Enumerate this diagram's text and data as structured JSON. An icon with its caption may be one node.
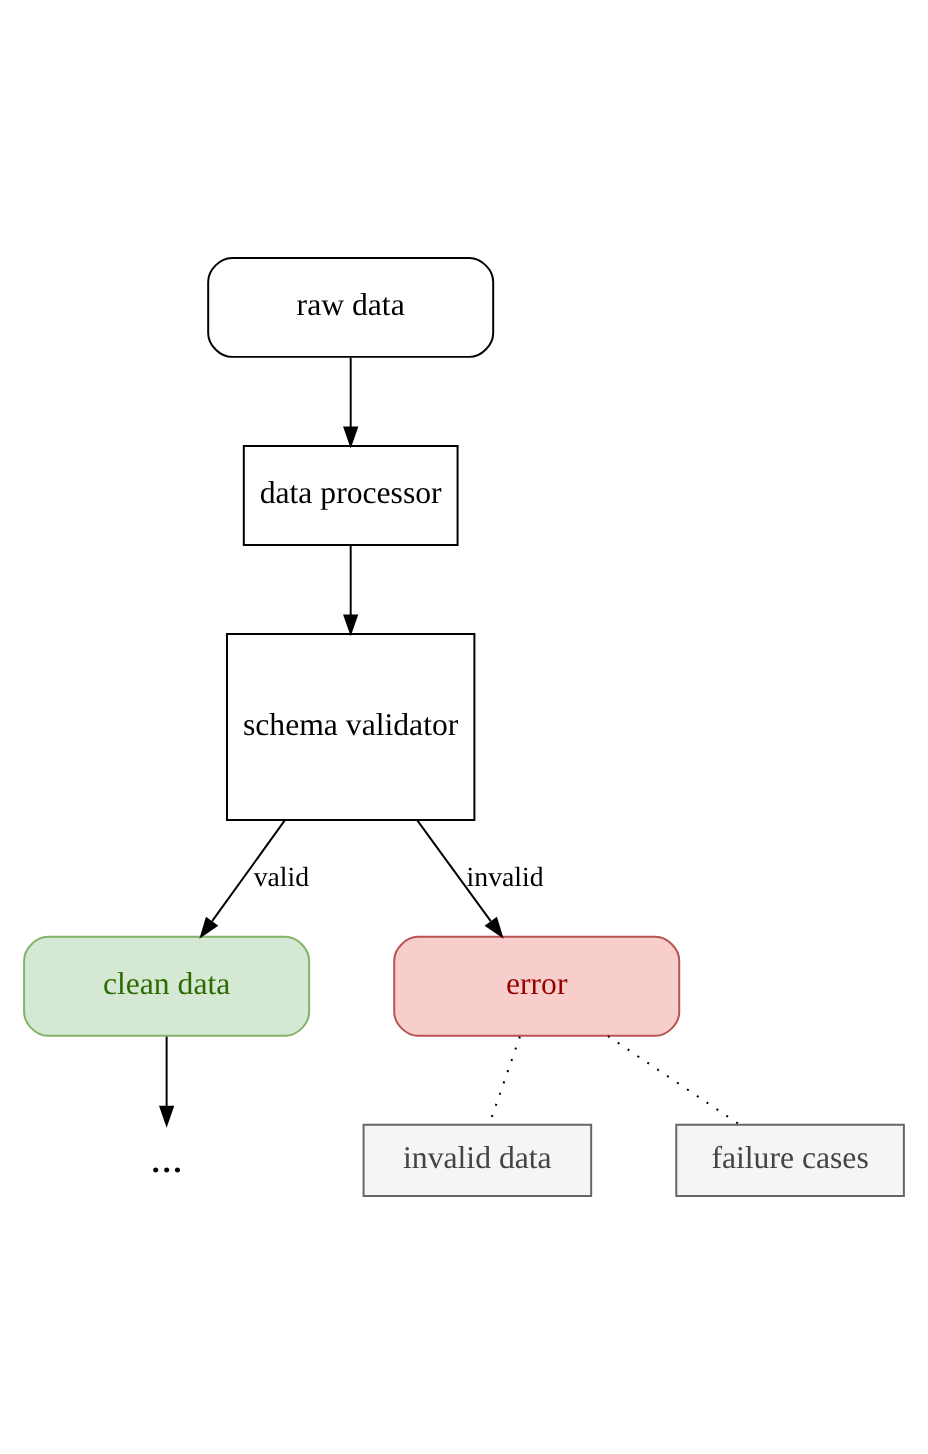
{
  "diagram": {
    "nodes": [
      {
        "text": [
          "raw data"
        ]
      },
      {
        "text": [
          "data processor"
        ]
      },
      {
        "text": [
          "schema validator"
        ]
      },
      {
        "text": [
          "clean data"
        ]
      },
      {
        "text": [
          "error"
        ]
      },
      {
        "text": [
          "..."
        ]
      },
      {
        "text": [
          "invalid data"
        ]
      },
      {
        "text": [
          "failure cases"
        ]
      }
    ],
    "edges": [
      {
        "from": 0,
        "to": 1,
        "arrow": "to"
      },
      {
        "from": 1,
        "to": 2,
        "arrow": "to"
      },
      {
        "from": 2,
        "to": 3,
        "arrow": "to",
        "label": "valid"
      },
      {
        "from": 2,
        "to": 4,
        "arrow": "to",
        "label": "invalid"
      },
      {
        "from": 3,
        "to": 5,
        "arrow": "to"
      },
      {
        "from": 4,
        "to": 6,
        "arrow": "none",
        "style": "dashed"
      },
      {
        "from": 4,
        "to": 7,
        "arrow": "none",
        "style": "dashed"
      }
    ]
  }
}
